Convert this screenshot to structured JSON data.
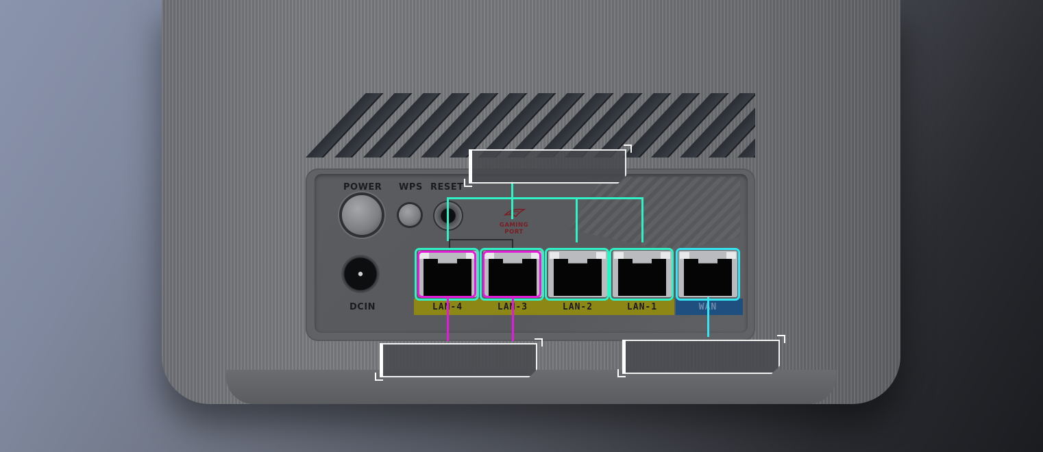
{
  "controls": {
    "power_label": "POWER",
    "wps_label": "WPS",
    "reset_label": "RESET",
    "dcin_label": "DCIN"
  },
  "gaming_port": {
    "line1": "GAMING",
    "line2": "PORT"
  },
  "ports": [
    {
      "label": "LAN-4",
      "highlight": "magenta"
    },
    {
      "label": "LAN-3",
      "highlight": "magenta"
    },
    {
      "label": "LAN-2",
      "highlight": "teal"
    },
    {
      "label": "LAN-1",
      "highlight": "teal"
    },
    {
      "label": "WAN",
      "highlight": "cyan"
    }
  ],
  "callouts": {
    "top": "",
    "bottom_left": "",
    "bottom_right": ""
  },
  "colors": {
    "lan_strip": "#8d8716",
    "wan_strip": "#1f4f7f",
    "magenta": "#e11bd8",
    "teal": "#2ff3c6",
    "cyan": "#33e6f2"
  }
}
